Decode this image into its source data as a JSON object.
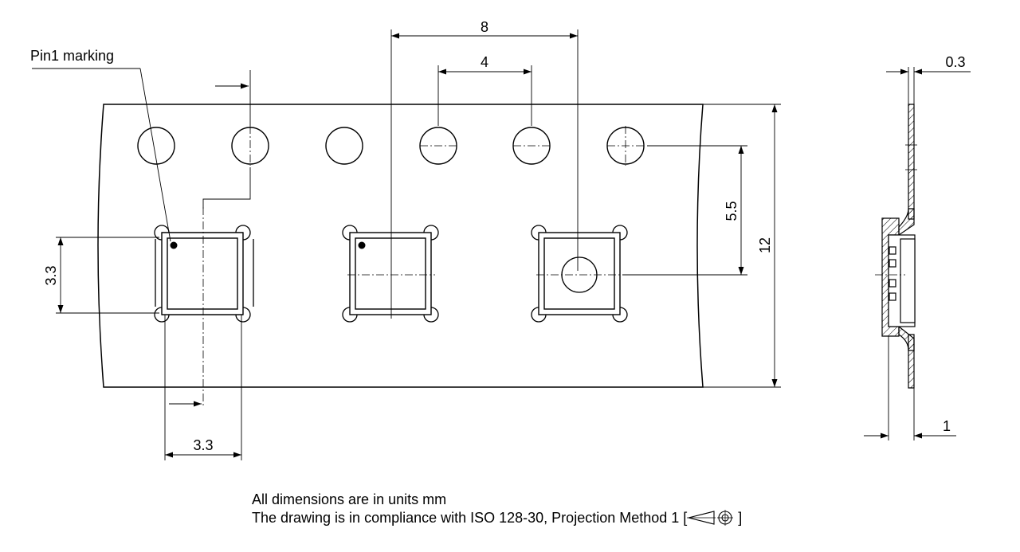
{
  "labels": {
    "pin1": "Pin1 marking",
    "pitch_8": "8",
    "pitch_4": "4",
    "dim_0_3": "0.3",
    "dim_5_5": "5.5",
    "dim_12": "12",
    "dim_3_3_vertical": "3.3",
    "dim_3_3_horizontal": "3.3",
    "dim_1": "1"
  },
  "notes": {
    "units": "All dimensions are in units mm",
    "compliance": "The drawing is in compliance with ISO 128-30, Projection Method 1 [",
    "compliance_close": "]"
  },
  "colors": {
    "line": "#000000",
    "background": "#ffffff"
  }
}
